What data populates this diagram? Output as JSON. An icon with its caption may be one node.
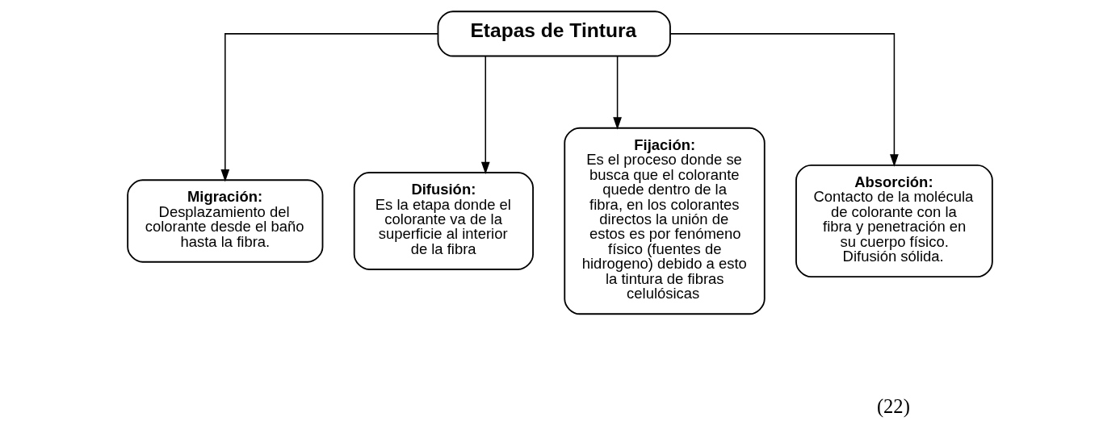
{
  "diagram": {
    "nodes": [
      {
        "text": [
          "Etapas de Tintura"
        ]
      },
      {
        "text": [
          "Migración:",
          "Desplazamiento del colorante desde el baño hasta la fibra."
        ]
      },
      {
        "text": [
          "Difusión:",
          "Es la etapa donde el colorante va de la superficie al interior de la fibra"
        ]
      },
      {
        "text": [
          "Fijación:",
          "Es el proceso donde se busca que el colorante quede dentro de la fibra, en los colorantes directos la unión de estos es por fenómeno físico (fuentes de hidrogeno) debido a esto la tintura de fibras celulósicas"
        ]
      },
      {
        "text": [
          "Absorción:",
          "Contacto de la molécula de colorante con la fibra y penetración en su cuerpo físico. Difusión sólida."
        ]
      }
    ],
    "edges": [
      {
        "from": 0,
        "to": 1,
        "arrow": "to"
      },
      {
        "from": 0,
        "to": 2,
        "arrow": "to"
      },
      {
        "from": 0,
        "to": 3,
        "arrow": "to"
      },
      {
        "from": 0,
        "to": 4,
        "arrow": "to"
      }
    ],
    "labels": [
      "(22)"
    ]
  }
}
